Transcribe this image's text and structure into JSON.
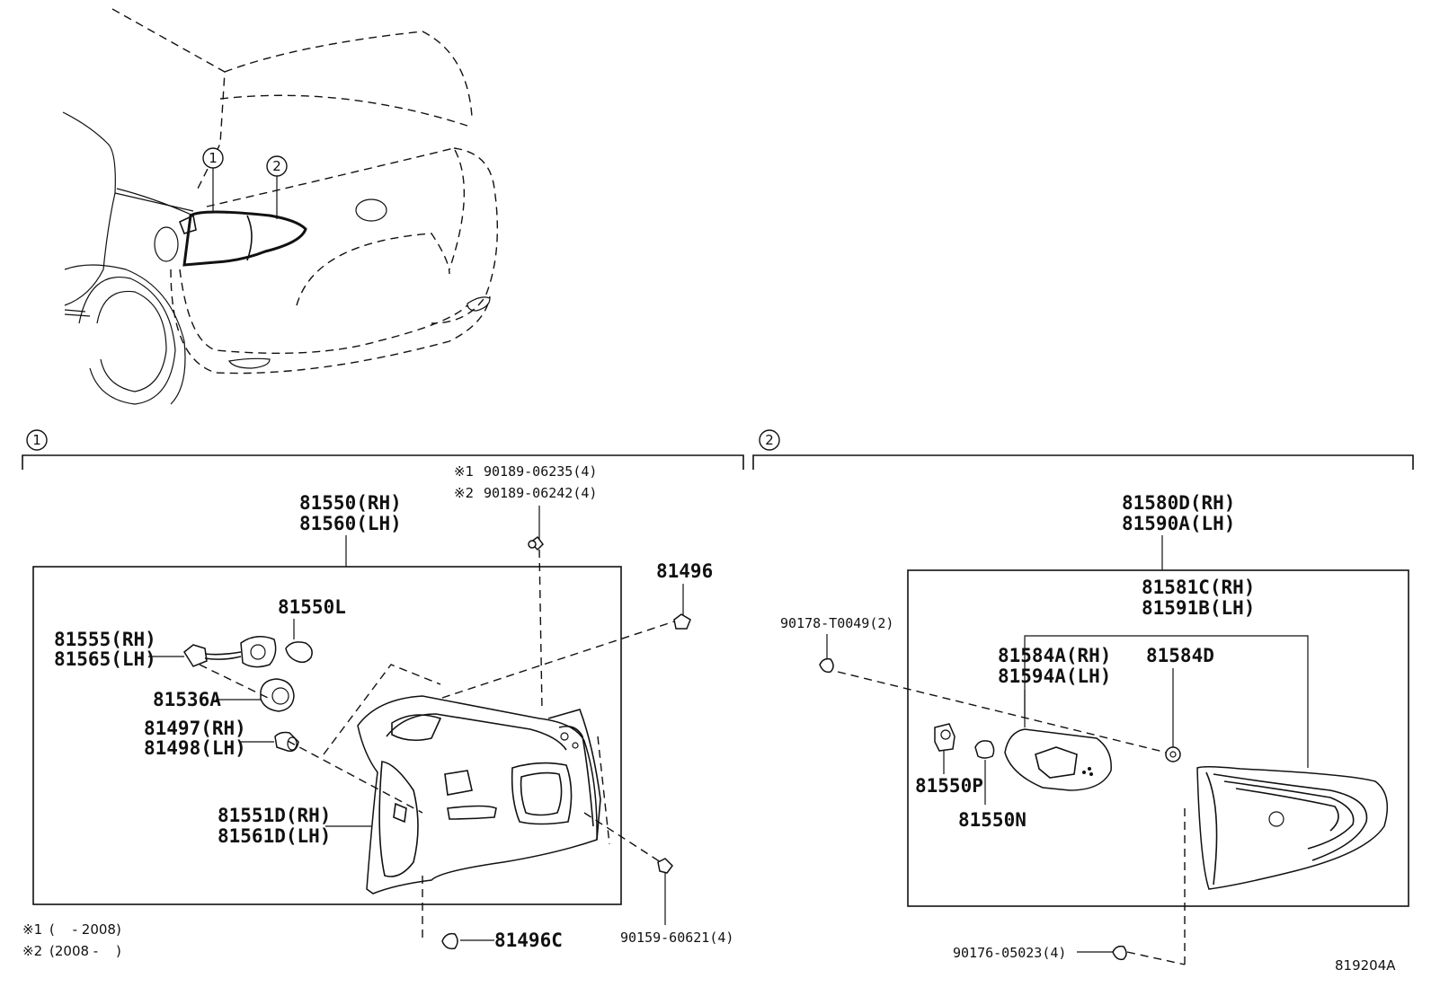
{
  "callouts": {
    "one": "1",
    "two": "2"
  },
  "notes": {
    "mark1": "※1",
    "mark2": "※2",
    "range1": "(　 - 2008)",
    "range2": "(2008 - 　)"
  },
  "section1": {
    "screw_note1": "90189-06235(4)",
    "screw_note2": "90189-06242(4)",
    "assembly_rh": "81550(RH)",
    "assembly_lh": "81560(LH)",
    "bulb": "81550L",
    "clip_top": "81496",
    "socket_rh": "81555(RH)",
    "socket_lh": "81565(LH)",
    "socket_part": "81536A",
    "cushion_rh": "81497(RH)",
    "cushion_lh": "81498(LH)",
    "lens_rh": "81551D(RH)",
    "lens_lh": "81561D(LH)",
    "clip_bottom": "81496C",
    "screw_bottom": "90159-60621(4)"
  },
  "section2": {
    "assembly_rh": "81580D(RH)",
    "assembly_lh": "81590A(LH)",
    "screw_top": "90178-T0049(2)",
    "lens_rh": "81581C(RH)",
    "lens_lh": "81591B(LH)",
    "reflector_rh": "81584A(RH)",
    "reflector_lh": "81594A(LH)",
    "grommet": "81584D",
    "socket": "81550P",
    "bulb": "81550N",
    "screw_bottom": "90176-05023(4)"
  },
  "figure_id": "819204A"
}
